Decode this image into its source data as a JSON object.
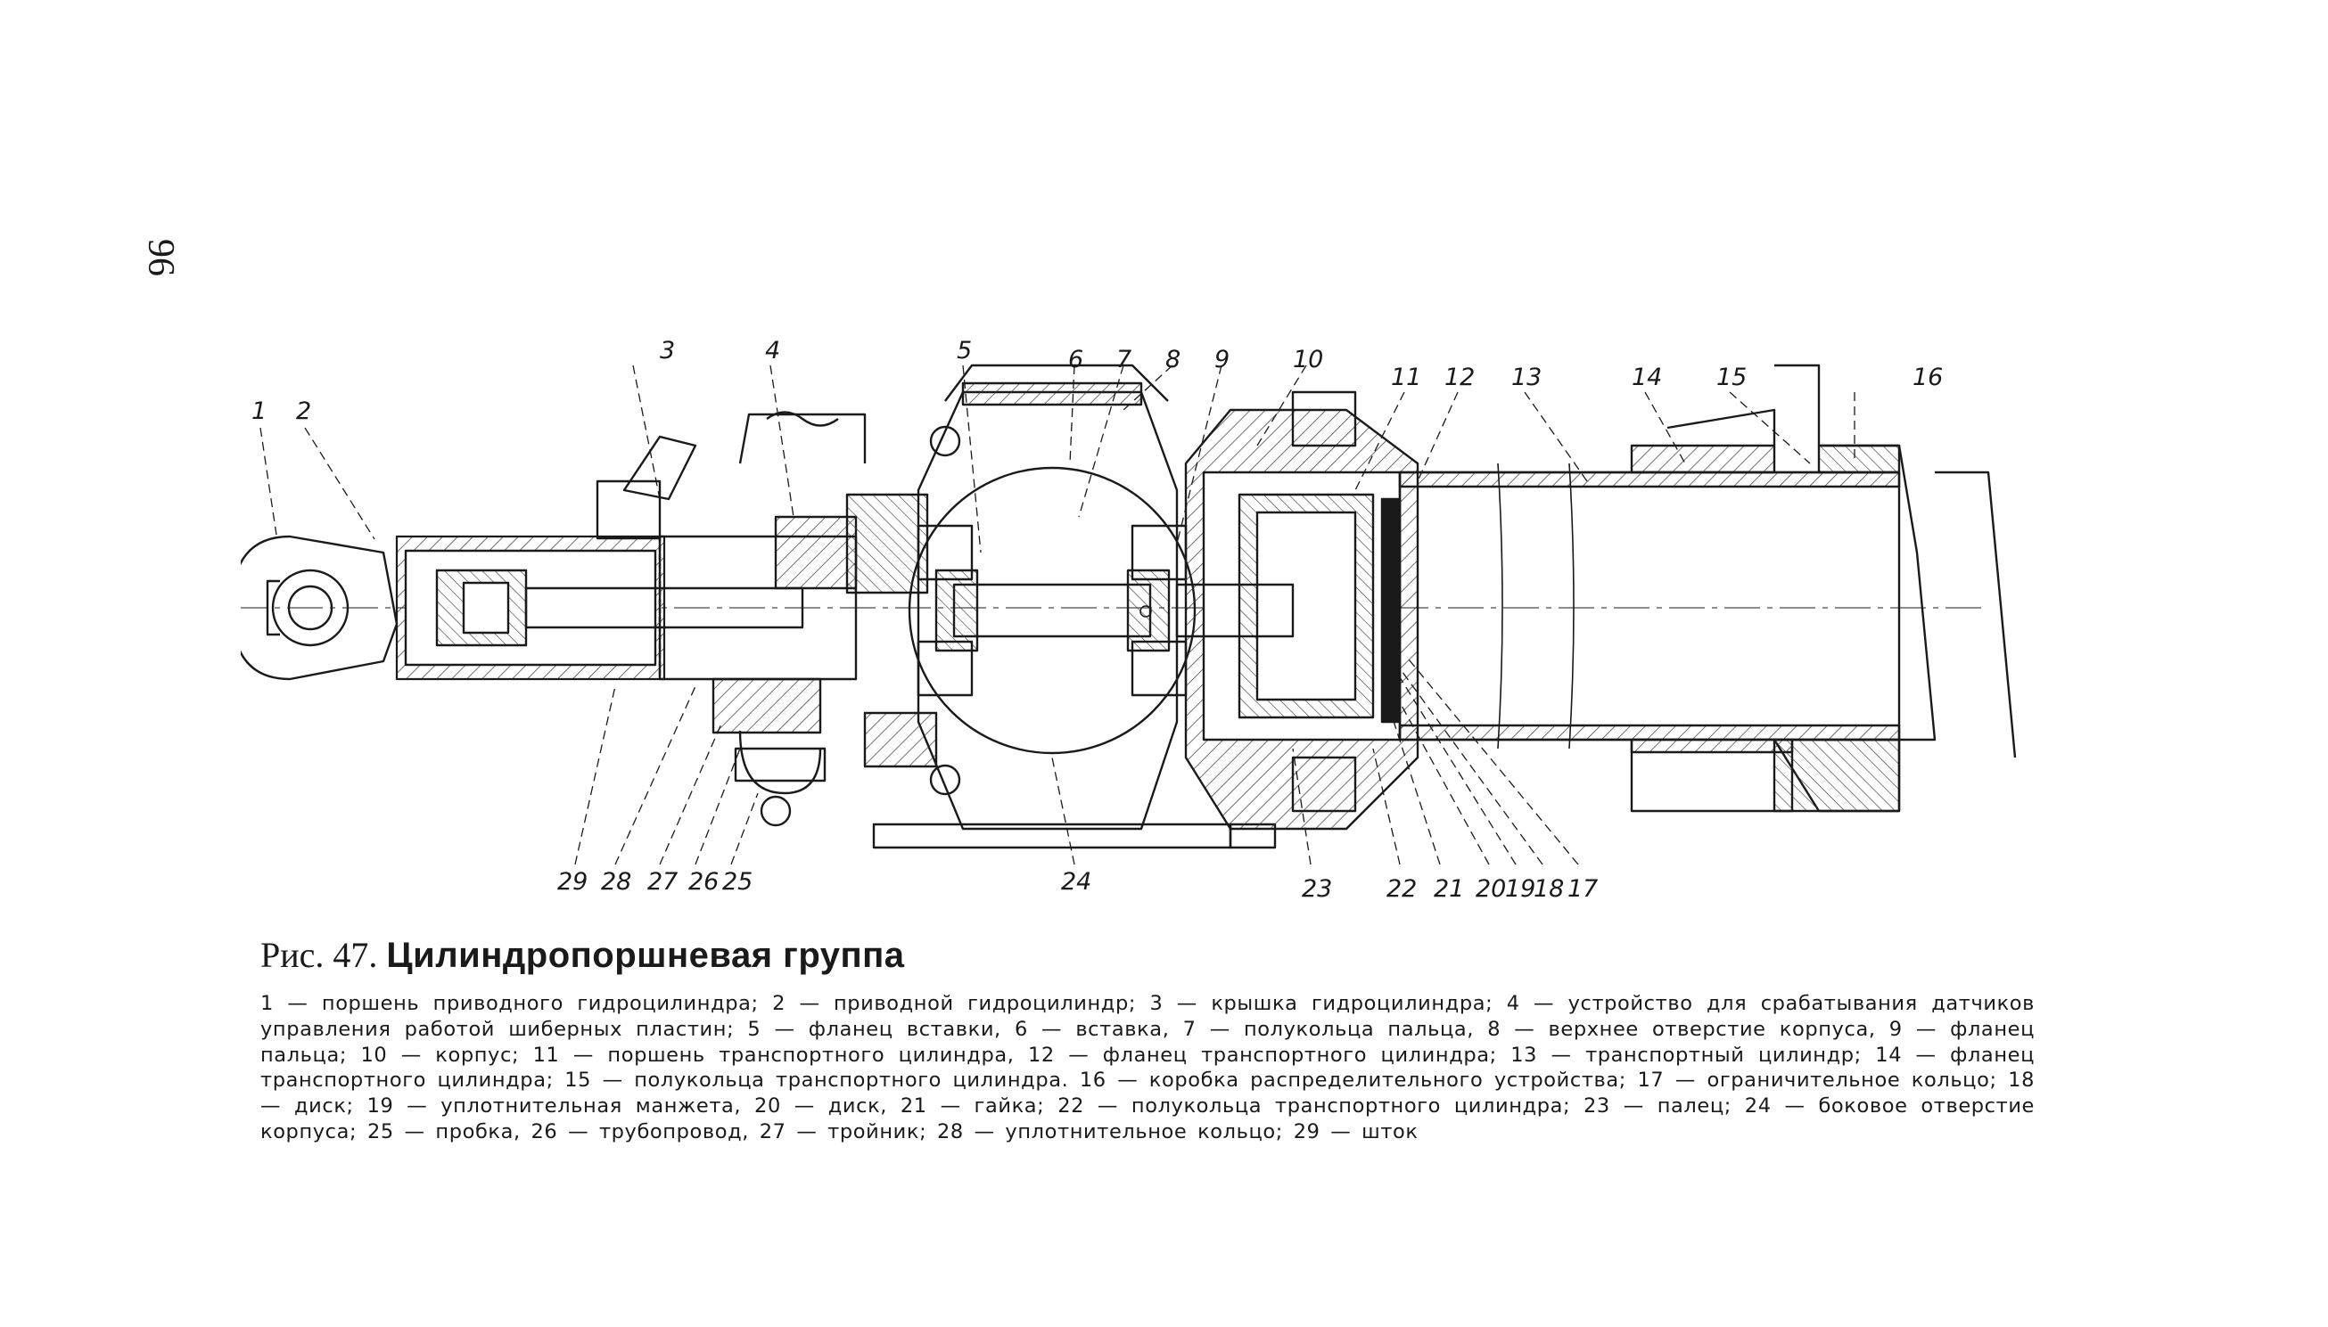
{
  "page_number": "96",
  "figure": {
    "number": "Рис. 47.",
    "title": "Цилиндропоршневая группа"
  },
  "callouts": [
    {
      "id": "1",
      "text": "1"
    },
    {
      "id": "2",
      "text": "2"
    },
    {
      "id": "3",
      "text": "3"
    },
    {
      "id": "4",
      "text": "4"
    },
    {
      "id": "5",
      "text": "5"
    },
    {
      "id": "6",
      "text": "6"
    },
    {
      "id": "7",
      "text": "7"
    },
    {
      "id": "8",
      "text": "8"
    },
    {
      "id": "9",
      "text": "9"
    },
    {
      "id": "10",
      "text": "10"
    },
    {
      "id": "11",
      "text": "11"
    },
    {
      "id": "12",
      "text": "12"
    },
    {
      "id": "13",
      "text": "13"
    },
    {
      "id": "14",
      "text": "14"
    },
    {
      "id": "15",
      "text": "15"
    },
    {
      "id": "16",
      "text": "16"
    },
    {
      "id": "17",
      "text": "17"
    },
    {
      "id": "18",
      "text": "18"
    },
    {
      "id": "19",
      "text": "19"
    },
    {
      "id": "20",
      "text": "20"
    },
    {
      "id": "21",
      "text": "21"
    },
    {
      "id": "22",
      "text": "22"
    },
    {
      "id": "23",
      "text": "23"
    },
    {
      "id": "24",
      "text": "24"
    },
    {
      "id": "25",
      "text": "25"
    },
    {
      "id": "26",
      "text": "26"
    },
    {
      "id": "27",
      "text": "27"
    },
    {
      "id": "28",
      "text": "28"
    },
    {
      "id": "29",
      "text": "29"
    }
  ],
  "legend": "1 — поршень приводного гидроцилиндра; 2 — приводной гидроцилиндр; 3 — крышка гидроцилиндра; 4 — устройство для срабатывания датчиков управления работой шиберных пластин; 5 — фланец вставки, 6 — вставка, 7 — полукольца пальца, 8 — верхнее отверстие корпуса, 9 — фланец пальца; 10 — корпус; 11 — поршень транспортного цилиндра, 12 — фланец транспортного цилиндра; 13 — транспортный цилиндр; 14 — фланец транспортного цилиндра; 15 — полукольца транспортного цилиндра. 16 — коробка распределительного устройства; 17 — ограничительное кольцо; 18 — диск; 19 — уплотнительная манжета, 20 — диск, 21 — гайка; 22 — полукольца транспортного цилиндра; 23 — палец; 24 — боковое отверстие корпуса; 25 — пробка, 26 — трубопровод, 27 — тройник; 28 — уплотнительное кольцо; 29 — шток"
}
